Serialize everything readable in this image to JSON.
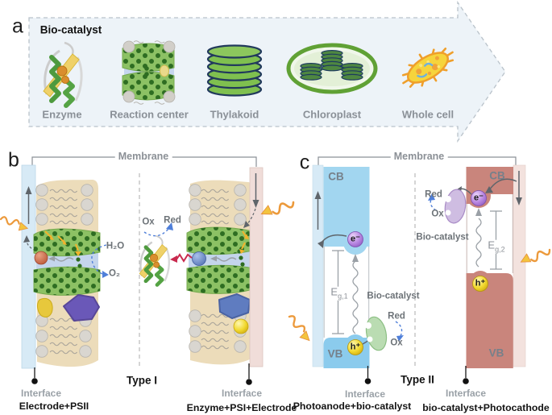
{
  "panels": {
    "a": {
      "letter": "a",
      "title": "Bio-catalyst",
      "items": [
        "Enzyme",
        "Reaction center",
        "Thylakoid",
        "Chloroplast",
        "Whole cell"
      ]
    },
    "b": {
      "letter": "b",
      "membrane": "Membrane",
      "type_label": "Type I",
      "ox": "Ox",
      "red": "Red",
      "h2o": "H₂O",
      "o2": "O₂",
      "left": {
        "interface": "Interface",
        "caption": "Electrode+PSII"
      },
      "right": {
        "interface": "Interface",
        "caption": "Enzyme+PSI+Electrode"
      }
    },
    "c": {
      "letter": "c",
      "membrane": "Membrane",
      "type_label": "Type II",
      "left": {
        "cb": "CB",
        "vb": "VB",
        "eg_base": "E",
        "eg_sub": "g,1",
        "biocatalyst": "Bio-catalyst",
        "red": "Red",
        "ox": "Ox",
        "electron": "e⁻",
        "hole": "h⁺",
        "interface": "Interface",
        "caption": "Photoanode+bio-catalyst"
      },
      "right": {
        "cb": "CB",
        "vb": "VB",
        "eg_base": "E",
        "eg_sub": "g,2",
        "biocatalyst": "Bio-catalyst",
        "red": "Red",
        "ox": "Ox",
        "electron": "e⁻",
        "hole": "h⁺",
        "interface": "Interface",
        "caption": "bio-catalyst+Photocathode"
      }
    }
  },
  "colors": {
    "electrode_anode": "#d7eaf6",
    "electrode_cathode": "#f0ddd9",
    "photoanode_band": "#a2d6f0",
    "photocathode_band": "#c9857c",
    "membrane_tan": "#ecdcba",
    "complex_green": "#8cc164",
    "redox_arrow_blue": "#4f7fd9",
    "photon_orange": "#ec9a3c"
  }
}
